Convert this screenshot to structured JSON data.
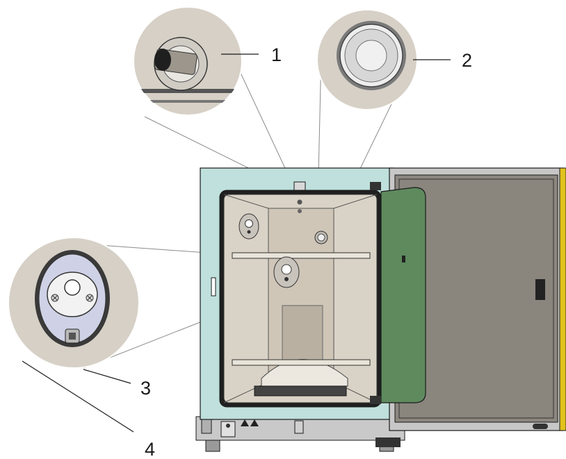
{
  "callouts": [
    {
      "label": "1"
    },
    {
      "label": "2"
    },
    {
      "label": "3"
    },
    {
      "label": "4"
    }
  ],
  "colors": {
    "cabinet_body": "#bfe0dc",
    "chamber_interior": "#d9d2c6",
    "door_inner_panel": "#5e8a5e",
    "door_window": "#8c877f",
    "detail_circle": "#d6d0c6",
    "outline": "#1a1a1a",
    "leader_line": "#808080"
  }
}
